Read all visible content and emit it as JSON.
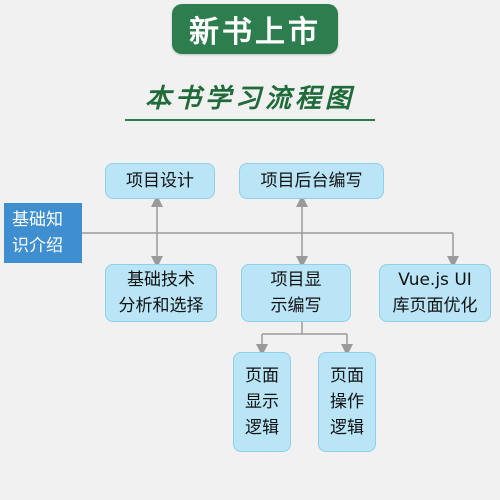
{
  "banner": {
    "text": "新书上市"
  },
  "title": {
    "text": "本书学习流程图"
  },
  "nodes": {
    "intro": {
      "line1": "基础知",
      "line2": "识介绍"
    },
    "project_design": {
      "text": "项目设计"
    },
    "project_backend": {
      "text": "项目后台编写"
    },
    "basic_tech": {
      "line1": "基础技术",
      "line2": "分析和选择"
    },
    "project_display": {
      "line1": "项目显",
      "line2": "示编写"
    },
    "vue_ui": {
      "line1": "Vue.js UI",
      "line2": "库页面优化"
    },
    "page_display": {
      "line1": "页面",
      "line2": "显示",
      "line3": "逻辑"
    },
    "page_operation": {
      "line1": "页面",
      "line2": "操作",
      "line3": "逻辑"
    }
  },
  "colors": {
    "banner_bg": "#2e7d4f",
    "title_text": "#1f6b3a",
    "box_fill": "#b9e5f7",
    "intro_fill": "#3e8ed0",
    "connector": "#9a9a9a"
  }
}
